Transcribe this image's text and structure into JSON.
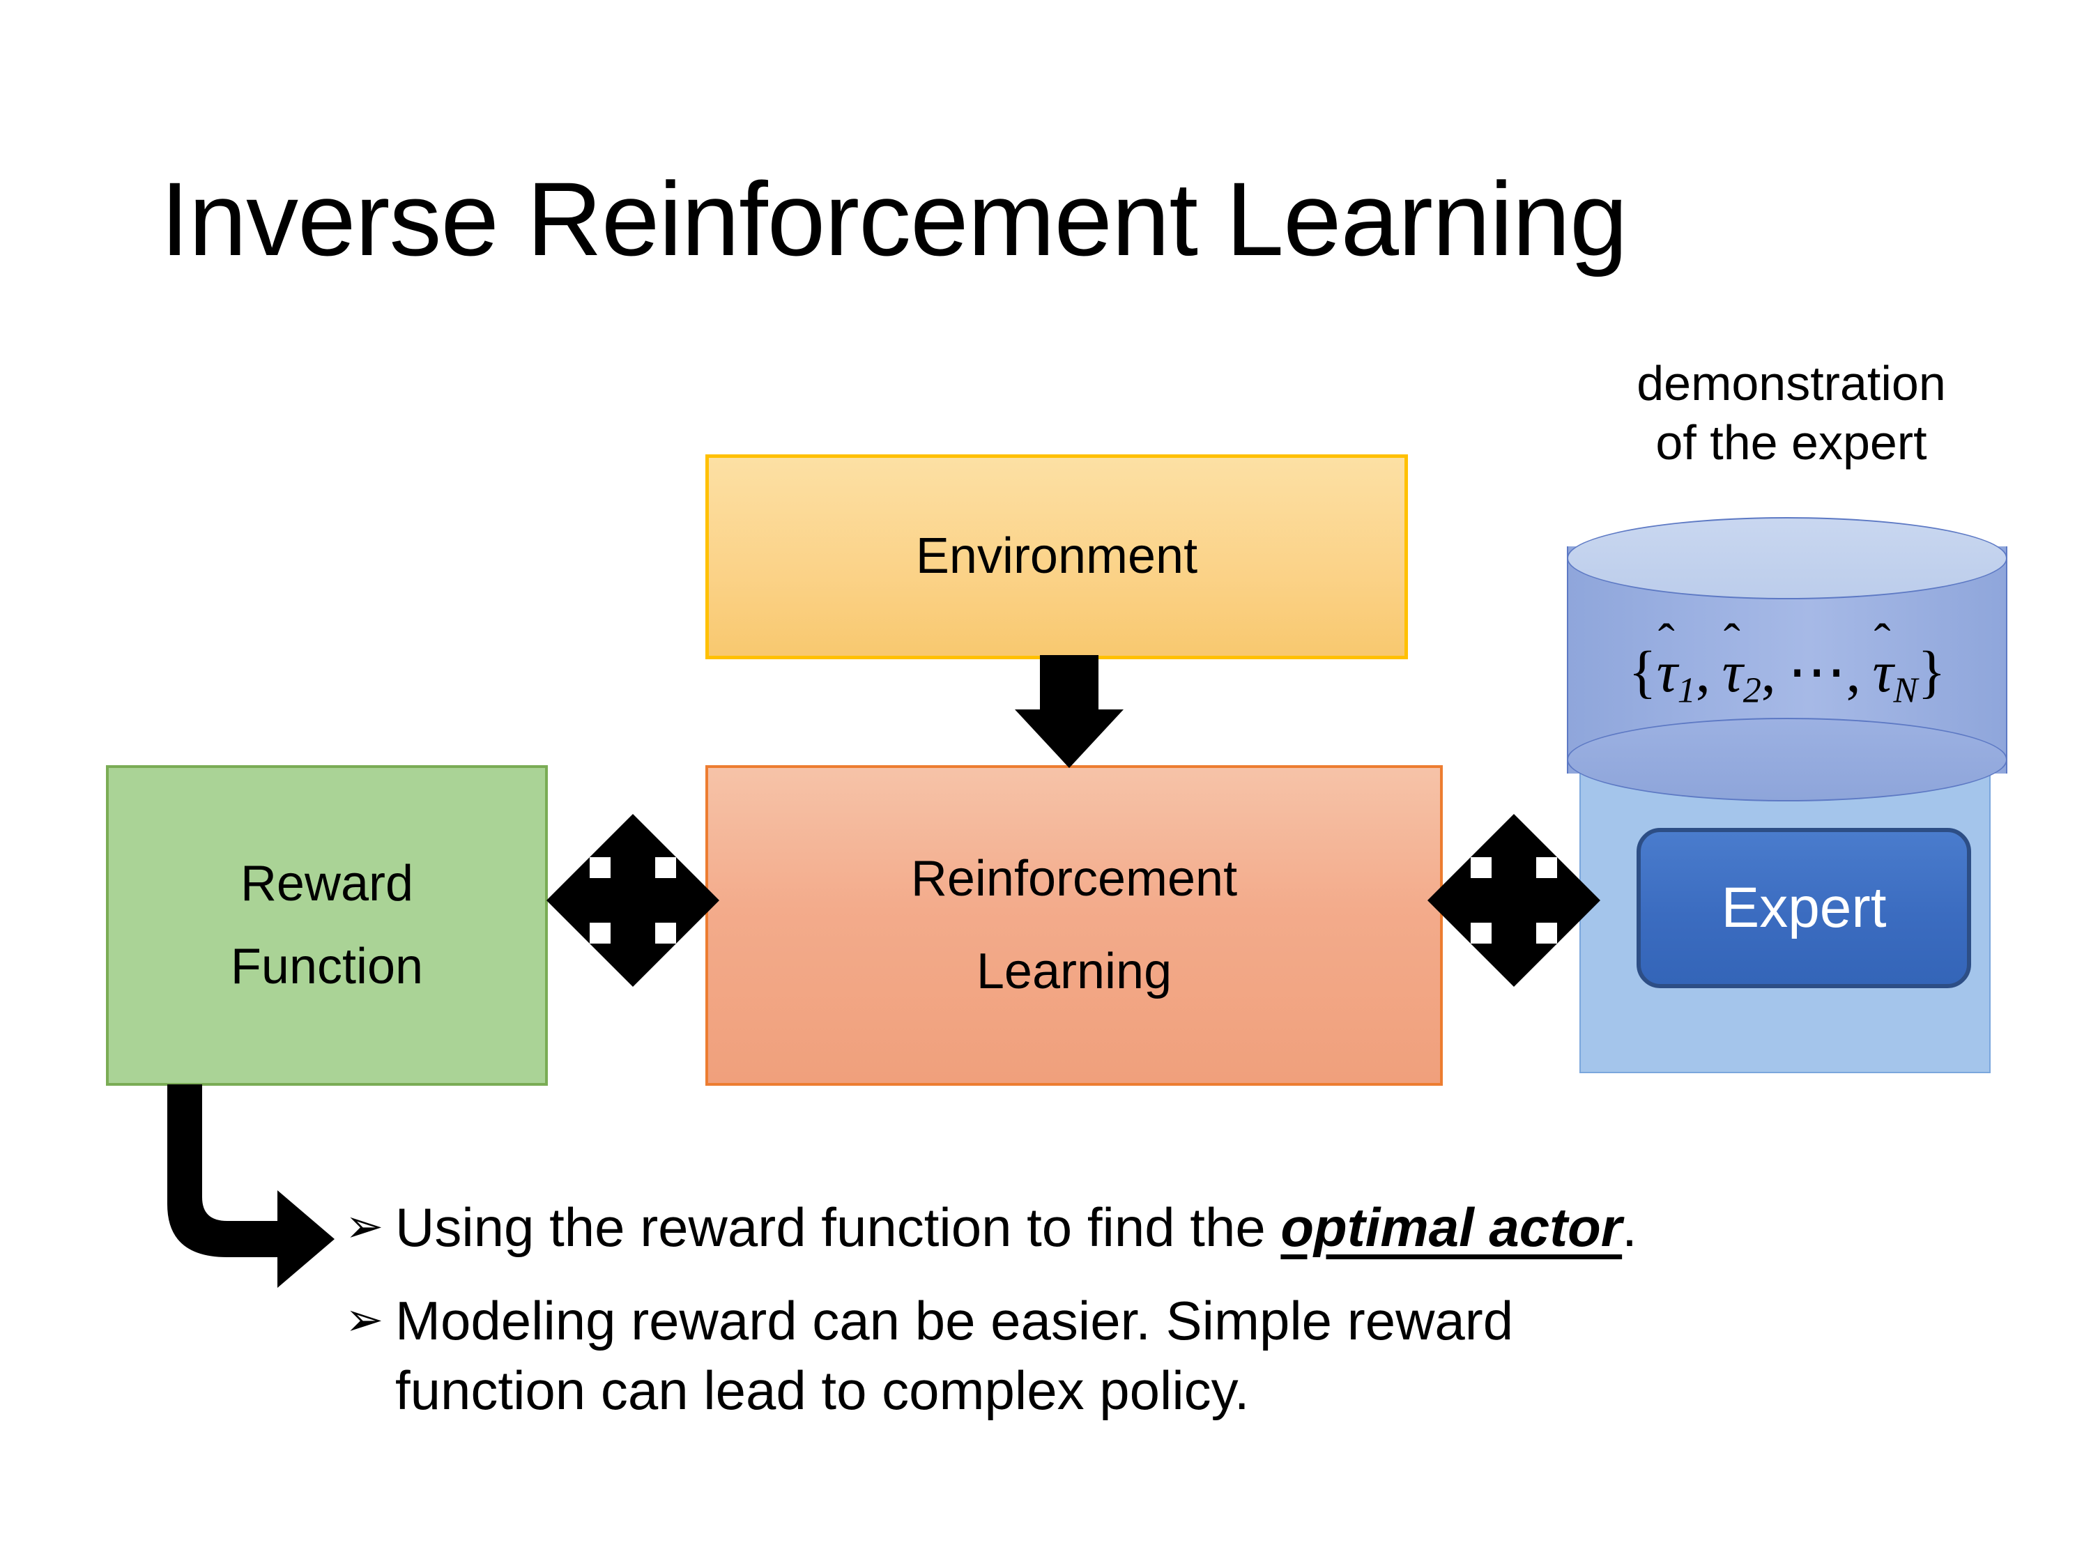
{
  "title": "Inverse Reinforcement Learning",
  "diagram": {
    "environment_box": {
      "label": "Environment",
      "fill": "#fbd287",
      "border": "#ffc000"
    },
    "rl_box": {
      "line1": "Reinforcement",
      "line2": "Learning",
      "fill": "#f3ab8b",
      "border": "#ed7d31"
    },
    "reward_box": {
      "line1": "Reward",
      "line2": "Function",
      "fill": "#aad396",
      "border": "#7aac55"
    },
    "demonstration_label": {
      "line1": "demonstration",
      "line2": "of the expert"
    },
    "cylinder": {
      "open_brace": "{",
      "tau1": "τ",
      "tau1_sub": "1",
      "tau2": "τ",
      "tau2_sub": "2",
      "ellipsis": "⋯",
      "tauN": "τ",
      "tauN_sub": "N",
      "close_brace": "}",
      "comma": ",",
      "hat": "ˆ",
      "fill": "#9cb1e2",
      "border": "#5d79c4"
    },
    "expert_panel": {
      "fill": "#a4c5eb",
      "border": "#7ba7dd"
    },
    "expert_box": {
      "label": "Expert",
      "fill": "#3b6cc0",
      "border": "#2d4e85",
      "text_color": "#ffffff"
    },
    "arrows": {
      "env_to_rl": "down-arrow",
      "reward_rl_link": "four-way-arrow",
      "rl_expert_link": "four-way-arrow",
      "reward_to_bullet": "elbow-arrow",
      "color": "#000000"
    }
  },
  "bullets": [
    {
      "marker": "➢",
      "text_before": "Using the reward function to find the ",
      "emphasis": "optimal actor",
      "text_after": "."
    },
    {
      "marker": "➢",
      "line1": "Modeling reward can be easier. Simple reward",
      "line2": "function can lead to complex policy."
    }
  ]
}
